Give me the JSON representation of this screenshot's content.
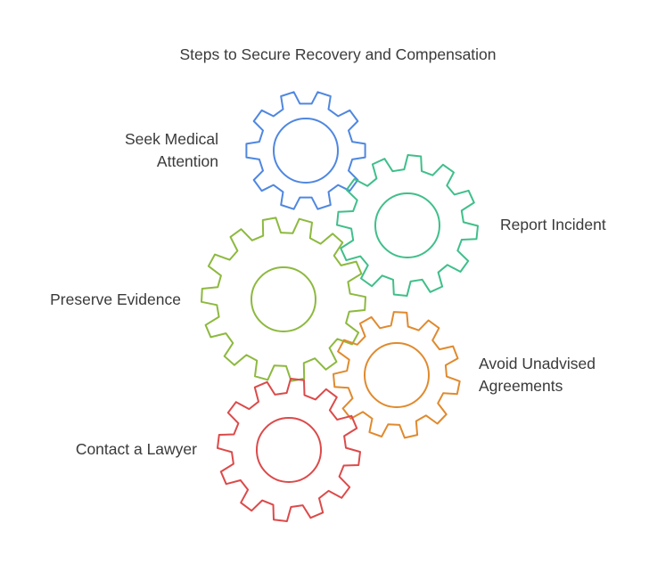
{
  "title": "Steps to Secure Recovery and Compensation",
  "steps": [
    {
      "id": "seek",
      "lines": [
        "Seek Medical",
        "Attention"
      ],
      "color": "#4f87e0",
      "icon": "gear-icon"
    },
    {
      "id": "report",
      "lines": [
        "Report Incident"
      ],
      "color": "#3fbf8a",
      "icon": "gear-icon"
    },
    {
      "id": "preserve",
      "lines": [
        "Preserve Evidence"
      ],
      "color": "#8db93f",
      "icon": "gear-icon"
    },
    {
      "id": "avoid",
      "lines": [
        "Avoid Unadvised",
        "Agreements"
      ],
      "color": "#e08a2e",
      "icon": "gear-icon"
    },
    {
      "id": "contact",
      "lines": [
        "Contact a Lawyer"
      ],
      "color": "#dc4a4a",
      "icon": "gear-icon"
    }
  ]
}
